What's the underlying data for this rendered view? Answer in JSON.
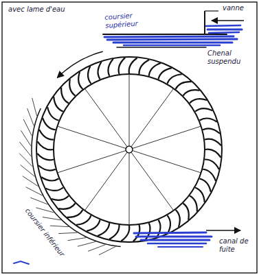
{
  "diagram": {
    "labels": [
      "avec lame d'eau",
      "vanne",
      "coursier supérieur",
      "Chenal suspendu",
      "coursier inférieur",
      "canal de fuite"
    ]
  }
}
